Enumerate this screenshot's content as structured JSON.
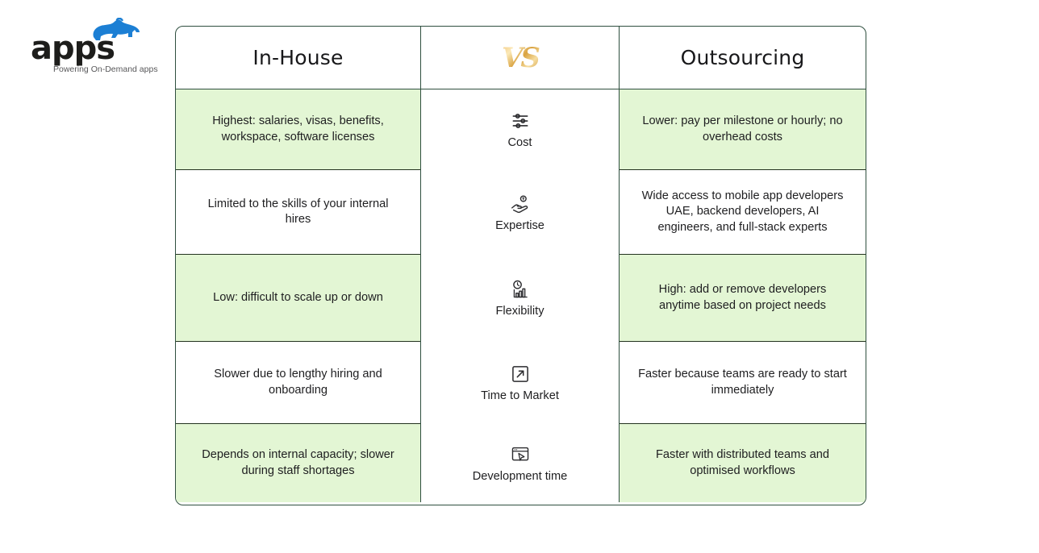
{
  "brand": {
    "wordmark": "apps",
    "tagline": "Powering On-Demand apps",
    "logo_icon": "rhino-icon",
    "logo_color": "#1c7fd4",
    "wordmark_color": "#1d1d1b"
  },
  "table": {
    "accent_green": "#e3f6d4",
    "border_color": "#2f4f3f",
    "header": {
      "left": "In-House",
      "center_badge": "VS",
      "right": "Outsourcing"
    },
    "rows": [
      {
        "aspect": "Cost",
        "icon": "sliders-icon",
        "tinted": true,
        "in_house": "Highest: salaries, visas, benefits, workspace, software licenses",
        "outsourcing": "Lower: pay per milestone or hourly; no overhead costs"
      },
      {
        "aspect": "Expertise",
        "icon": "hand-holding-coin-icon",
        "tinted": false,
        "in_house": "Limited to the skills of your internal hires",
        "outsourcing": "Wide access to mobile app developers UAE, backend developers, AI engineers, and full-stack experts"
      },
      {
        "aspect": "Flexibility",
        "icon": "clock-bar-chart-icon",
        "tinted": true,
        "in_house": "Low: difficult to scale up or down",
        "outsourcing": "High: add or remove developers anytime based on project needs"
      },
      {
        "aspect": "Time to Market",
        "icon": "arrow-expand-icon",
        "tinted": false,
        "in_house": "Slower due to lengthy hiring and onboarding",
        "outsourcing": "Faster because teams are ready to start immediately"
      },
      {
        "aspect": "Development time",
        "icon": "browser-cursor-icon",
        "tinted": true,
        "in_house": "Depends on internal capacity; slower during staff shortages",
        "outsourcing": "Faster with distributed teams and optimised workflows"
      }
    ]
  }
}
